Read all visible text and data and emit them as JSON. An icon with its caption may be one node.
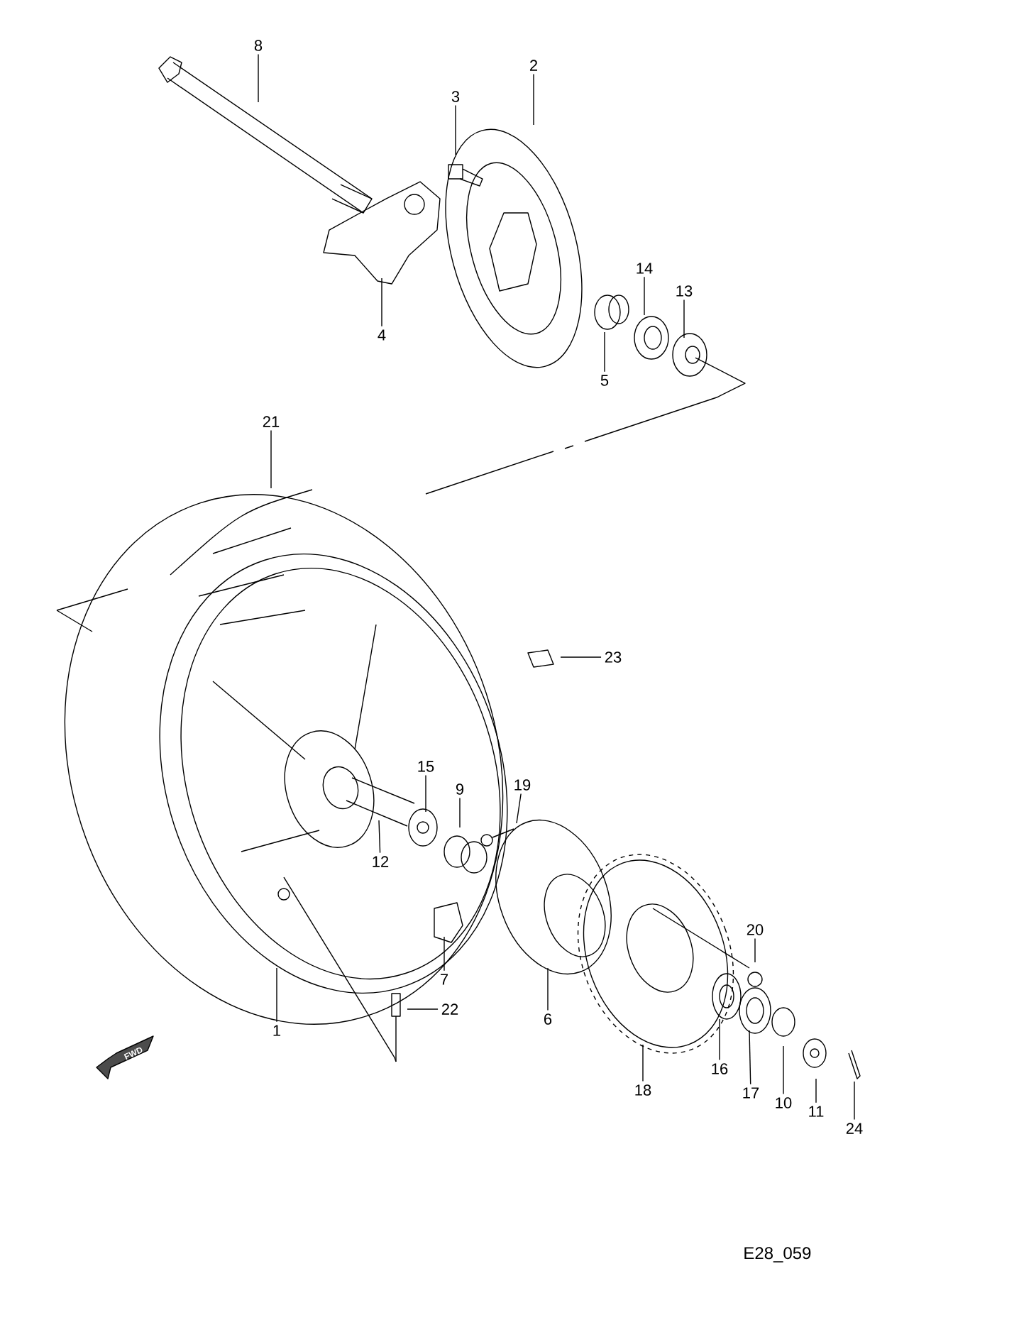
{
  "diagram": {
    "nodes": [
      {
        "text": [
          "8"
        ]
      },
      {
        "text": [
          "3"
        ]
      },
      {
        "text": [
          "2"
        ]
      },
      {
        "text": [
          "14"
        ]
      },
      {
        "text": [
          "13"
        ]
      },
      {
        "text": [
          "4"
        ]
      },
      {
        "text": [
          "5"
        ]
      },
      {
        "text": [
          "21"
        ]
      },
      {
        "text": [
          "23"
        ]
      },
      {
        "text": [
          "15"
        ]
      },
      {
        "text": [
          "19"
        ]
      },
      {
        "text": [
          "9"
        ]
      },
      {
        "text": [
          "12"
        ]
      },
      {
        "text": [
          "20"
        ]
      },
      {
        "text": [
          "7"
        ]
      },
      {
        "text": [
          "22"
        ]
      },
      {
        "text": [
          "6"
        ]
      },
      {
        "text": [
          "1"
        ]
      },
      {
        "text": [
          "16"
        ]
      },
      {
        "text": [
          "17"
        ]
      },
      {
        "text": [
          "18"
        ]
      },
      {
        "text": [
          "10"
        ]
      },
      {
        "text": [
          "11"
        ]
      },
      {
        "text": [
          "24"
        ]
      }
    ],
    "edges": [
      {
        "from": 0,
        "to": null,
        "arrow": "none"
      },
      {
        "from": 1,
        "to": null,
        "arrow": "none"
      },
      {
        "from": 2,
        "to": null,
        "arrow": "none"
      },
      {
        "from": 3,
        "to": null,
        "arrow": "none"
      },
      {
        "from": 4,
        "to": null,
        "arrow": "none"
      },
      {
        "from": 5,
        "to": null,
        "arrow": "none"
      },
      {
        "from": 6,
        "to": null,
        "arrow": "none"
      },
      {
        "from": 7,
        "to": null,
        "arrow": "none"
      },
      {
        "from": 8,
        "to": null,
        "arrow": "none"
      },
      {
        "from": 9,
        "to": null,
        "arrow": "none"
      },
      {
        "from": 10,
        "to": null,
        "arrow": "none"
      },
      {
        "from": 11,
        "to": null,
        "arrow": "none"
      },
      {
        "from": 12,
        "to": null,
        "arrow": "none"
      },
      {
        "from": 13,
        "to": null,
        "arrow": "none"
      },
      {
        "from": 14,
        "to": null,
        "arrow": "none"
      },
      {
        "from": 15,
        "to": null,
        "arrow": "none"
      },
      {
        "from": 16,
        "to": null,
        "arrow": "none"
      },
      {
        "from": 17,
        "to": null,
        "arrow": "none"
      },
      {
        "from": 18,
        "to": null,
        "arrow": "none"
      },
      {
        "from": 19,
        "to": null,
        "arrow": "none"
      },
      {
        "from": 20,
        "to": null,
        "arrow": "none"
      },
      {
        "from": 21,
        "to": null,
        "arrow": "none"
      },
      {
        "from": 22,
        "to": null,
        "arrow": "none"
      },
      {
        "from": 23,
        "to": null,
        "arrow": "none"
      }
    ],
    "labels": [
      "FWD",
      "E28_059"
    ]
  }
}
